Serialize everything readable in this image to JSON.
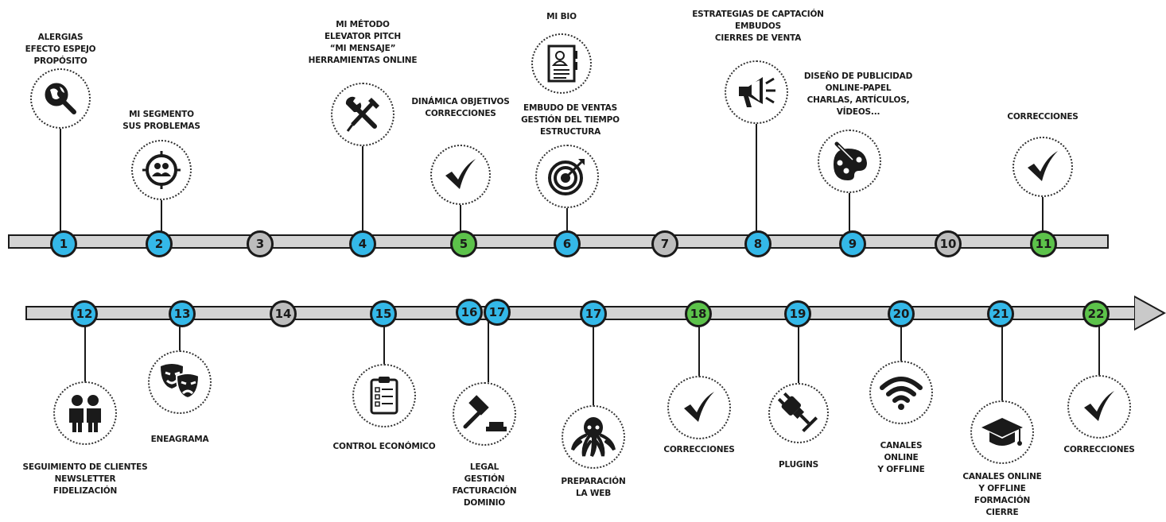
{
  "colors": {
    "blue": "#34b8e8",
    "green": "#5cc24a",
    "gray": "#bdbdbd",
    "bar": "#d3d3d3",
    "ink": "#1a1a1a"
  },
  "steps": [
    {
      "num": "1",
      "color": "blue",
      "icon": "globe-search-icon",
      "lines": [
        "ALERGIAS",
        "EFECTO ESPEJO",
        "PROPÓSITO"
      ]
    },
    {
      "num": "2",
      "color": "blue",
      "icon": "target-audience-icon",
      "lines": [
        "MI SEGMENTO",
        "SUS PROBLEMAS"
      ]
    },
    {
      "num": "3",
      "color": "gray",
      "icon": "",
      "lines": []
    },
    {
      "num": "4",
      "color": "blue",
      "icon": "tools-icon",
      "lines": [
        "MI MÉTODO",
        "ELEVATOR PITCH",
        "“MI MENSAJE”",
        "HERRAMIENTAS ONLINE"
      ]
    },
    {
      "num": "5",
      "color": "green",
      "icon": "checkmark-icon",
      "lines": [
        "DINÁMICA OBJETIVOS",
        "CORRECCIONES"
      ]
    },
    {
      "num": "6",
      "color": "blue",
      "icon": "target-icon",
      "lines": [
        "EMBUDO DE VENTAS",
        "GESTIÓN DEL TIEMPO",
        "ESTRUCTURA"
      ],
      "top_icon": "bio-document-icon",
      "top_lines": [
        "MI BIO"
      ]
    },
    {
      "num": "7",
      "color": "gray",
      "icon": "",
      "lines": []
    },
    {
      "num": "8",
      "color": "blue",
      "icon": "megaphone-icon",
      "lines": [
        "ESTRATEGIAS DE CAPTACIÓN",
        "EMBUDOS",
        "CIERRES DE VENTA"
      ]
    },
    {
      "num": "9",
      "color": "blue",
      "icon": "palette-icon",
      "lines": [
        "DISEÑO DE PUBLICIDAD",
        "ONLINE-PAPEL",
        "CHARLAS, ARTÍCULOS,",
        "VÍDEOS..."
      ]
    },
    {
      "num": "10",
      "color": "gray",
      "icon": "",
      "lines": []
    },
    {
      "num": "11",
      "color": "green",
      "icon": "checkmark-icon",
      "lines": [
        "CORRECCIONES"
      ]
    },
    {
      "num": "12",
      "color": "blue",
      "icon": "clients-icon",
      "lines": [
        "SEGUIMIENTO DE CLIENTES",
        "NEWSLETTER",
        "FIDELIZACIÓN"
      ]
    },
    {
      "num": "13",
      "color": "blue",
      "icon": "theater-masks-icon",
      "lines": [
        "ENEAGRAMA"
      ]
    },
    {
      "num": "14",
      "color": "gray",
      "icon": "",
      "lines": []
    },
    {
      "num": "15",
      "color": "blue",
      "icon": "clipboard-icon",
      "lines": [
        "CONTROL ECONÓMICO"
      ]
    },
    {
      "num": "16",
      "color": "blue",
      "icon": "",
      "lines": []
    },
    {
      "num": "17",
      "color": "blue",
      "icon": "gavel-icon",
      "lines": [
        "LEGAL",
        "GESTIÓN",
        "FACTURACIÓN",
        "DOMINIO"
      ]
    },
    {
      "num": "17",
      "color": "blue",
      "icon": "octopus-icon",
      "lines": [
        "PREPARACIÓN",
        "LA WEB"
      ]
    },
    {
      "num": "18",
      "color": "green",
      "icon": "checkmark-icon",
      "lines": [
        "CORRECCIONES"
      ]
    },
    {
      "num": "19",
      "color": "blue",
      "icon": "plug-icon",
      "lines": [
        "PLUGINS"
      ]
    },
    {
      "num": "20",
      "color": "blue",
      "icon": "wifi-icon",
      "lines": [
        "CANALES",
        "ONLINE",
        "Y OFFLINE"
      ]
    },
    {
      "num": "21",
      "color": "blue",
      "icon": "graduation-cap-icon",
      "lines": [
        "CANALES ONLINE",
        "Y OFFLINE",
        "FORMACIÓN",
        "CIERRE"
      ]
    },
    {
      "num": "22",
      "color": "green",
      "icon": "checkmark-icon",
      "lines": [
        "CORRECCIONES"
      ]
    }
  ]
}
